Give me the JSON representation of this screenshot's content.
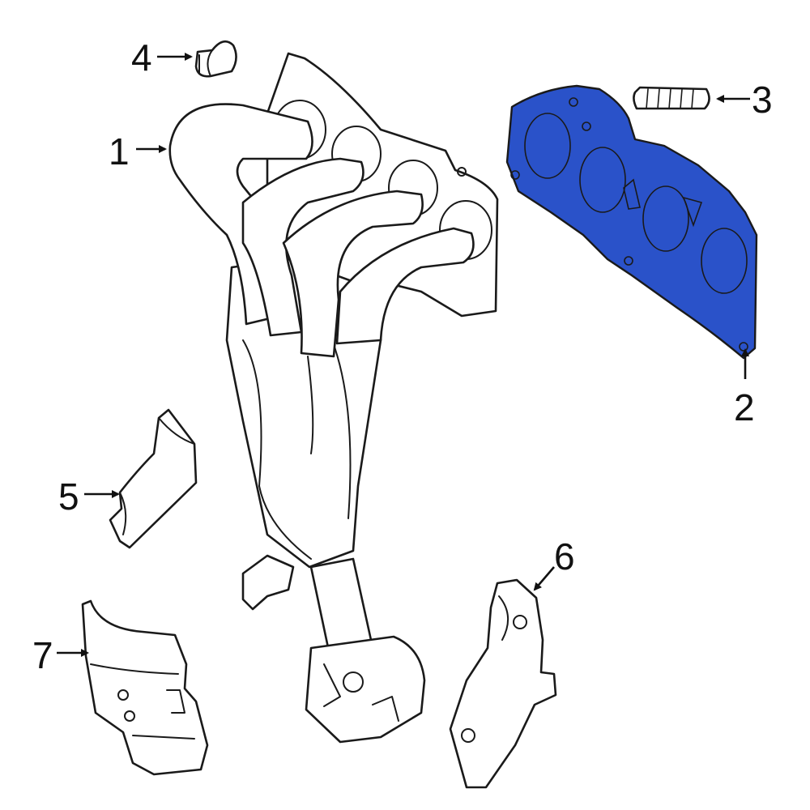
{
  "diagram": {
    "highlight_color": "#2a52c9",
    "outline_color": "#1a1a1a",
    "callouts": [
      {
        "id": "1",
        "label": "1"
      },
      {
        "id": "2",
        "label": "2"
      },
      {
        "id": "3",
        "label": "3"
      },
      {
        "id": "4",
        "label": "4"
      },
      {
        "id": "5",
        "label": "5"
      },
      {
        "id": "6",
        "label": "6"
      },
      {
        "id": "7",
        "label": "7"
      }
    ],
    "highlighted_part": "2"
  }
}
